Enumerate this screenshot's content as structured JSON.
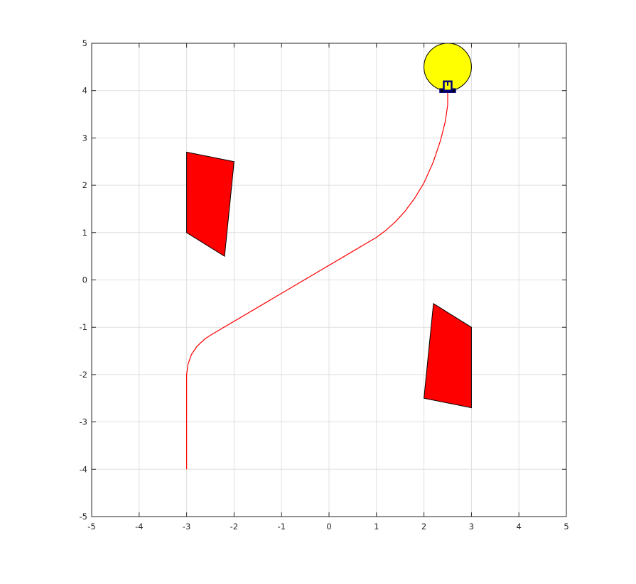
{
  "chart_data": {
    "type": "line",
    "title": "",
    "xlabel": "",
    "ylabel": "",
    "xlim": [
      -5,
      5
    ],
    "ylim": [
      -5,
      5
    ],
    "grid": true,
    "box": true,
    "xticks": [
      -5,
      -4,
      -3,
      -2,
      -1,
      0,
      1,
      2,
      3,
      4,
      5
    ],
    "yticks": [
      -5,
      -4,
      -3,
      -2,
      -1,
      0,
      1,
      2,
      3,
      4,
      5
    ],
    "xtick_labels": [
      "-5",
      "-4",
      "-3",
      "-2",
      "-1",
      "0",
      "1",
      "2",
      "3",
      "4",
      "5"
    ],
    "ytick_labels": [
      "-5",
      "-4",
      "-3",
      "-2",
      "-1",
      "0",
      "1",
      "2",
      "3",
      "4",
      "5"
    ],
    "path": {
      "color": "#ff0000",
      "points": [
        [
          -3.0,
          -4.0
        ],
        [
          -3.0,
          -2.0
        ],
        [
          -2.97,
          -1.78
        ],
        [
          -2.9,
          -1.58
        ],
        [
          -2.78,
          -1.4
        ],
        [
          -2.62,
          -1.25
        ],
        [
          -2.5,
          -1.17
        ],
        [
          1.0,
          0.9
        ],
        [
          1.2,
          1.05
        ],
        [
          1.4,
          1.23
        ],
        [
          1.6,
          1.45
        ],
        [
          1.8,
          1.72
        ],
        [
          2.0,
          2.05
        ],
        [
          2.2,
          2.5
        ],
        [
          2.35,
          2.95
        ],
        [
          2.45,
          3.35
        ],
        [
          2.5,
          3.7
        ],
        [
          2.5,
          4.0
        ]
      ]
    },
    "obstacles": [
      {
        "color": "#ff0000",
        "edge_color": "#000000",
        "vertices": [
          [
            -3.0,
            2.7
          ],
          [
            -2.0,
            2.5
          ],
          [
            -2.2,
            0.5
          ],
          [
            -3.0,
            1.0
          ]
        ]
      },
      {
        "color": "#ff0000",
        "edge_color": "#000000",
        "vertices": [
          [
            2.2,
            -0.5
          ],
          [
            3.0,
            -1.0
          ],
          [
            3.0,
            -2.7
          ],
          [
            2.0,
            -2.5
          ]
        ]
      }
    ],
    "goal": {
      "center": [
        2.5,
        4.5
      ],
      "radius": 0.5,
      "color": "#ffff00",
      "edge_color": "#000000"
    },
    "robot": {
      "position": [
        2.5,
        4.0
      ],
      "body_color": "#ffff00",
      "outline_color": "#00007f",
      "wheel_color": "#000000"
    },
    "colors": {
      "grid": "#dfdfdf",
      "axes": "#262626"
    }
  }
}
